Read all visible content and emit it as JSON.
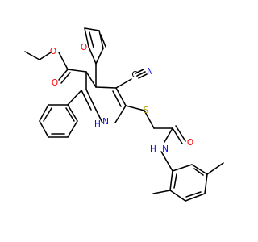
{
  "colors": {
    "background": "#ffffff",
    "bond": "#000000",
    "oxygen": "#ff0000",
    "nitrogen": "#0000ff",
    "sulfur": "#b3a100",
    "carbon": "#000000"
  },
  "atoms": {
    "ester_o_left": "O",
    "ester_o_carbonyl": "O",
    "furan_o": "O",
    "amide_o": "O",
    "ring_nh_n": "N",
    "ring_nh_h": "H",
    "nitrile_c": "C",
    "nitrile_n": "N",
    "sulfur": "S",
    "amide_n": "N",
    "amide_h": "H"
  }
}
